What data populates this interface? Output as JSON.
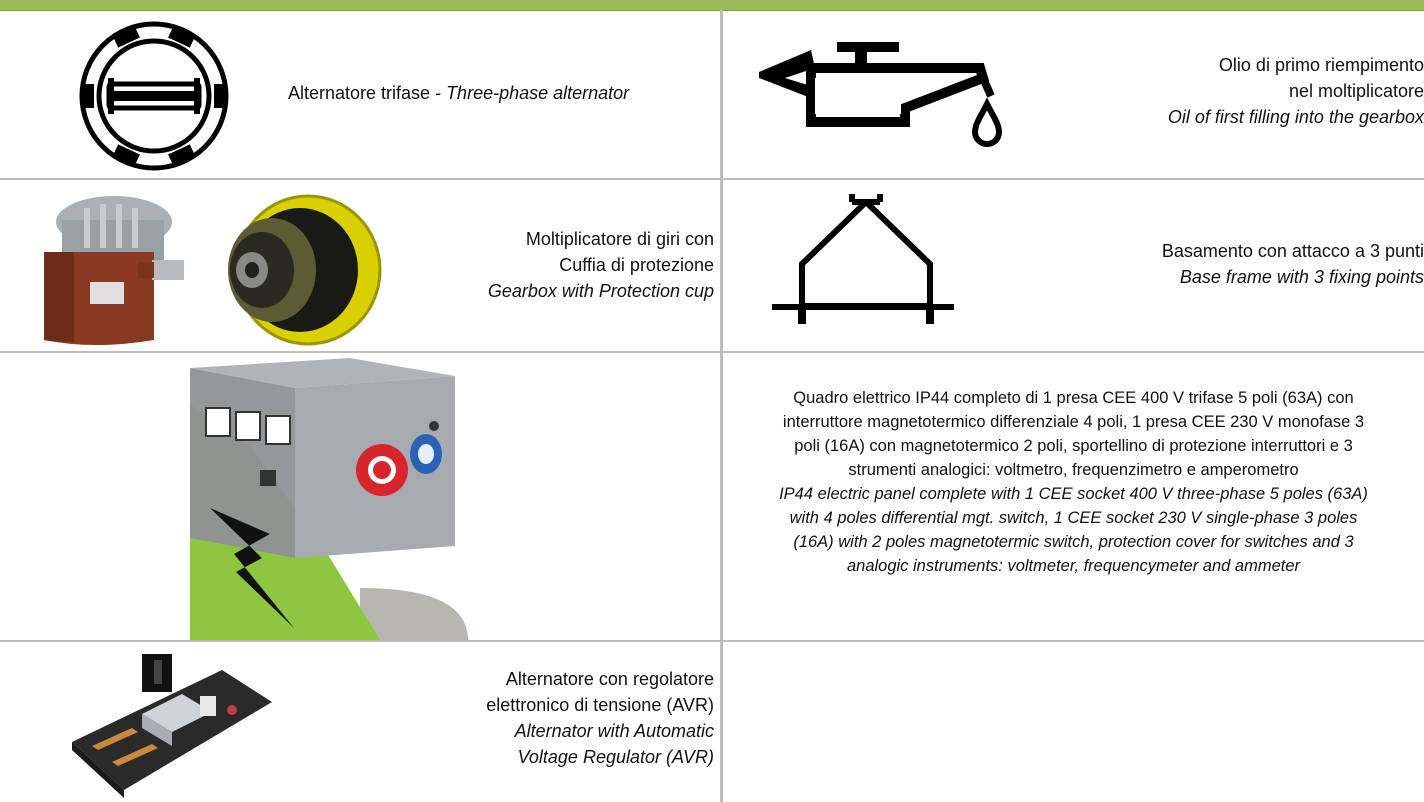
{
  "features": {
    "alternator": {
      "text_it": "Alternatore trifase - ",
      "text_en": "Three-phase alternator"
    },
    "oil": {
      "lines": [
        "Olio di primo riempimento",
        "nel moltiplicatore"
      ],
      "line_en": "Oil of first filling into the gearbox"
    },
    "gearbox": {
      "lines": [
        "Moltiplicatore di giri con",
        "Cuffia di protezione"
      ],
      "line_en": "Gearbox with Protection cup"
    },
    "base_frame": {
      "line_it": "Basamento con attacco a 3 punti",
      "line_en": "Base frame with 3 fixing points"
    },
    "panel": {
      "lines_it": [
        "Quadro elettrico IP44 completo di 1 presa CEE 400 V trifase 5 poli (63A) con",
        "interruttore magnetotermico differenziale 4 poli, 1 presa CEE 230 V monofase 3",
        "poli (16A) con magnetotermico 2 poli, sportellino di protezione interruttori e 3",
        "strumenti analogici: voltmetro, frequenzimetro e amperometro"
      ],
      "lines_en": [
        "IP44 electric panel complete with 1 CEE socket 400 V three-phase 5 poles (63A)",
        "with 4 poles differential mgt. switch, 1 CEE socket 230 V single-phase 3 poles",
        "(16A) with 2 poles magnetotermic switch, protection cover for switches and 3",
        "analogic instruments: voltmeter, frequencymeter and ammeter"
      ]
    },
    "avr": {
      "lines_it": [
        "Alternatore con regolatore",
        "elettronico di tensione (AVR)"
      ],
      "lines_en": [
        "Alternator with Automatic",
        "Voltage Regulator (AVR)"
      ]
    }
  },
  "colors": {
    "header_bar": "#9bbb59",
    "grid_lines": "#bdbdbd",
    "panel_green": "#8dc63f",
    "panel_grey": "#8e9296",
    "socket_red": "#d6262c",
    "socket_blue": "#2b62b8",
    "cup_yellow": "#d8d000",
    "gearbox_red": "#8a3a22"
  }
}
